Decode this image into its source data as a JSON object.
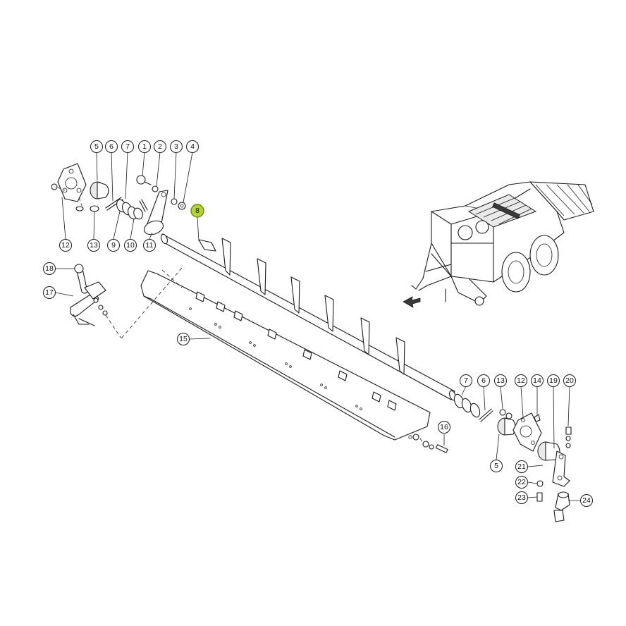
{
  "diagram": {
    "highlight_color": "#b5d334",
    "highlighted_part": "8",
    "callouts": [
      {
        "id": "c-top-5",
        "label": "5"
      },
      {
        "id": "c-top-6",
        "label": "6"
      },
      {
        "id": "c-top-7",
        "label": "7"
      },
      {
        "id": "c-top-1",
        "label": "1"
      },
      {
        "id": "c-top-2",
        "label": "2"
      },
      {
        "id": "c-top-3",
        "label": "3"
      },
      {
        "id": "c-top-4",
        "label": "4"
      },
      {
        "id": "c-8",
        "label": "8"
      },
      {
        "id": "c-left-12",
        "label": "12"
      },
      {
        "id": "c-left-13",
        "label": "13"
      },
      {
        "id": "c-left-9",
        "label": "9"
      },
      {
        "id": "c-left-10",
        "label": "10"
      },
      {
        "id": "c-left-11",
        "label": "11"
      },
      {
        "id": "c-18",
        "label": "18"
      },
      {
        "id": "c-17",
        "label": "17"
      },
      {
        "id": "c-15",
        "label": "15"
      },
      {
        "id": "c-16",
        "label": "16"
      },
      {
        "id": "c-right-7",
        "label": "7"
      },
      {
        "id": "c-right-6",
        "label": "6"
      },
      {
        "id": "c-right-13",
        "label": "13"
      },
      {
        "id": "c-right-12",
        "label": "12"
      },
      {
        "id": "c-right-14",
        "label": "14"
      },
      {
        "id": "c-right-19",
        "label": "19"
      },
      {
        "id": "c-right-20",
        "label": "20"
      },
      {
        "id": "c-right-5",
        "label": "5"
      },
      {
        "id": "c-right-21",
        "label": "21"
      },
      {
        "id": "c-right-22",
        "label": "22"
      },
      {
        "id": "c-right-23",
        "label": "23"
      },
      {
        "id": "c-right-24",
        "label": "24"
      }
    ]
  }
}
